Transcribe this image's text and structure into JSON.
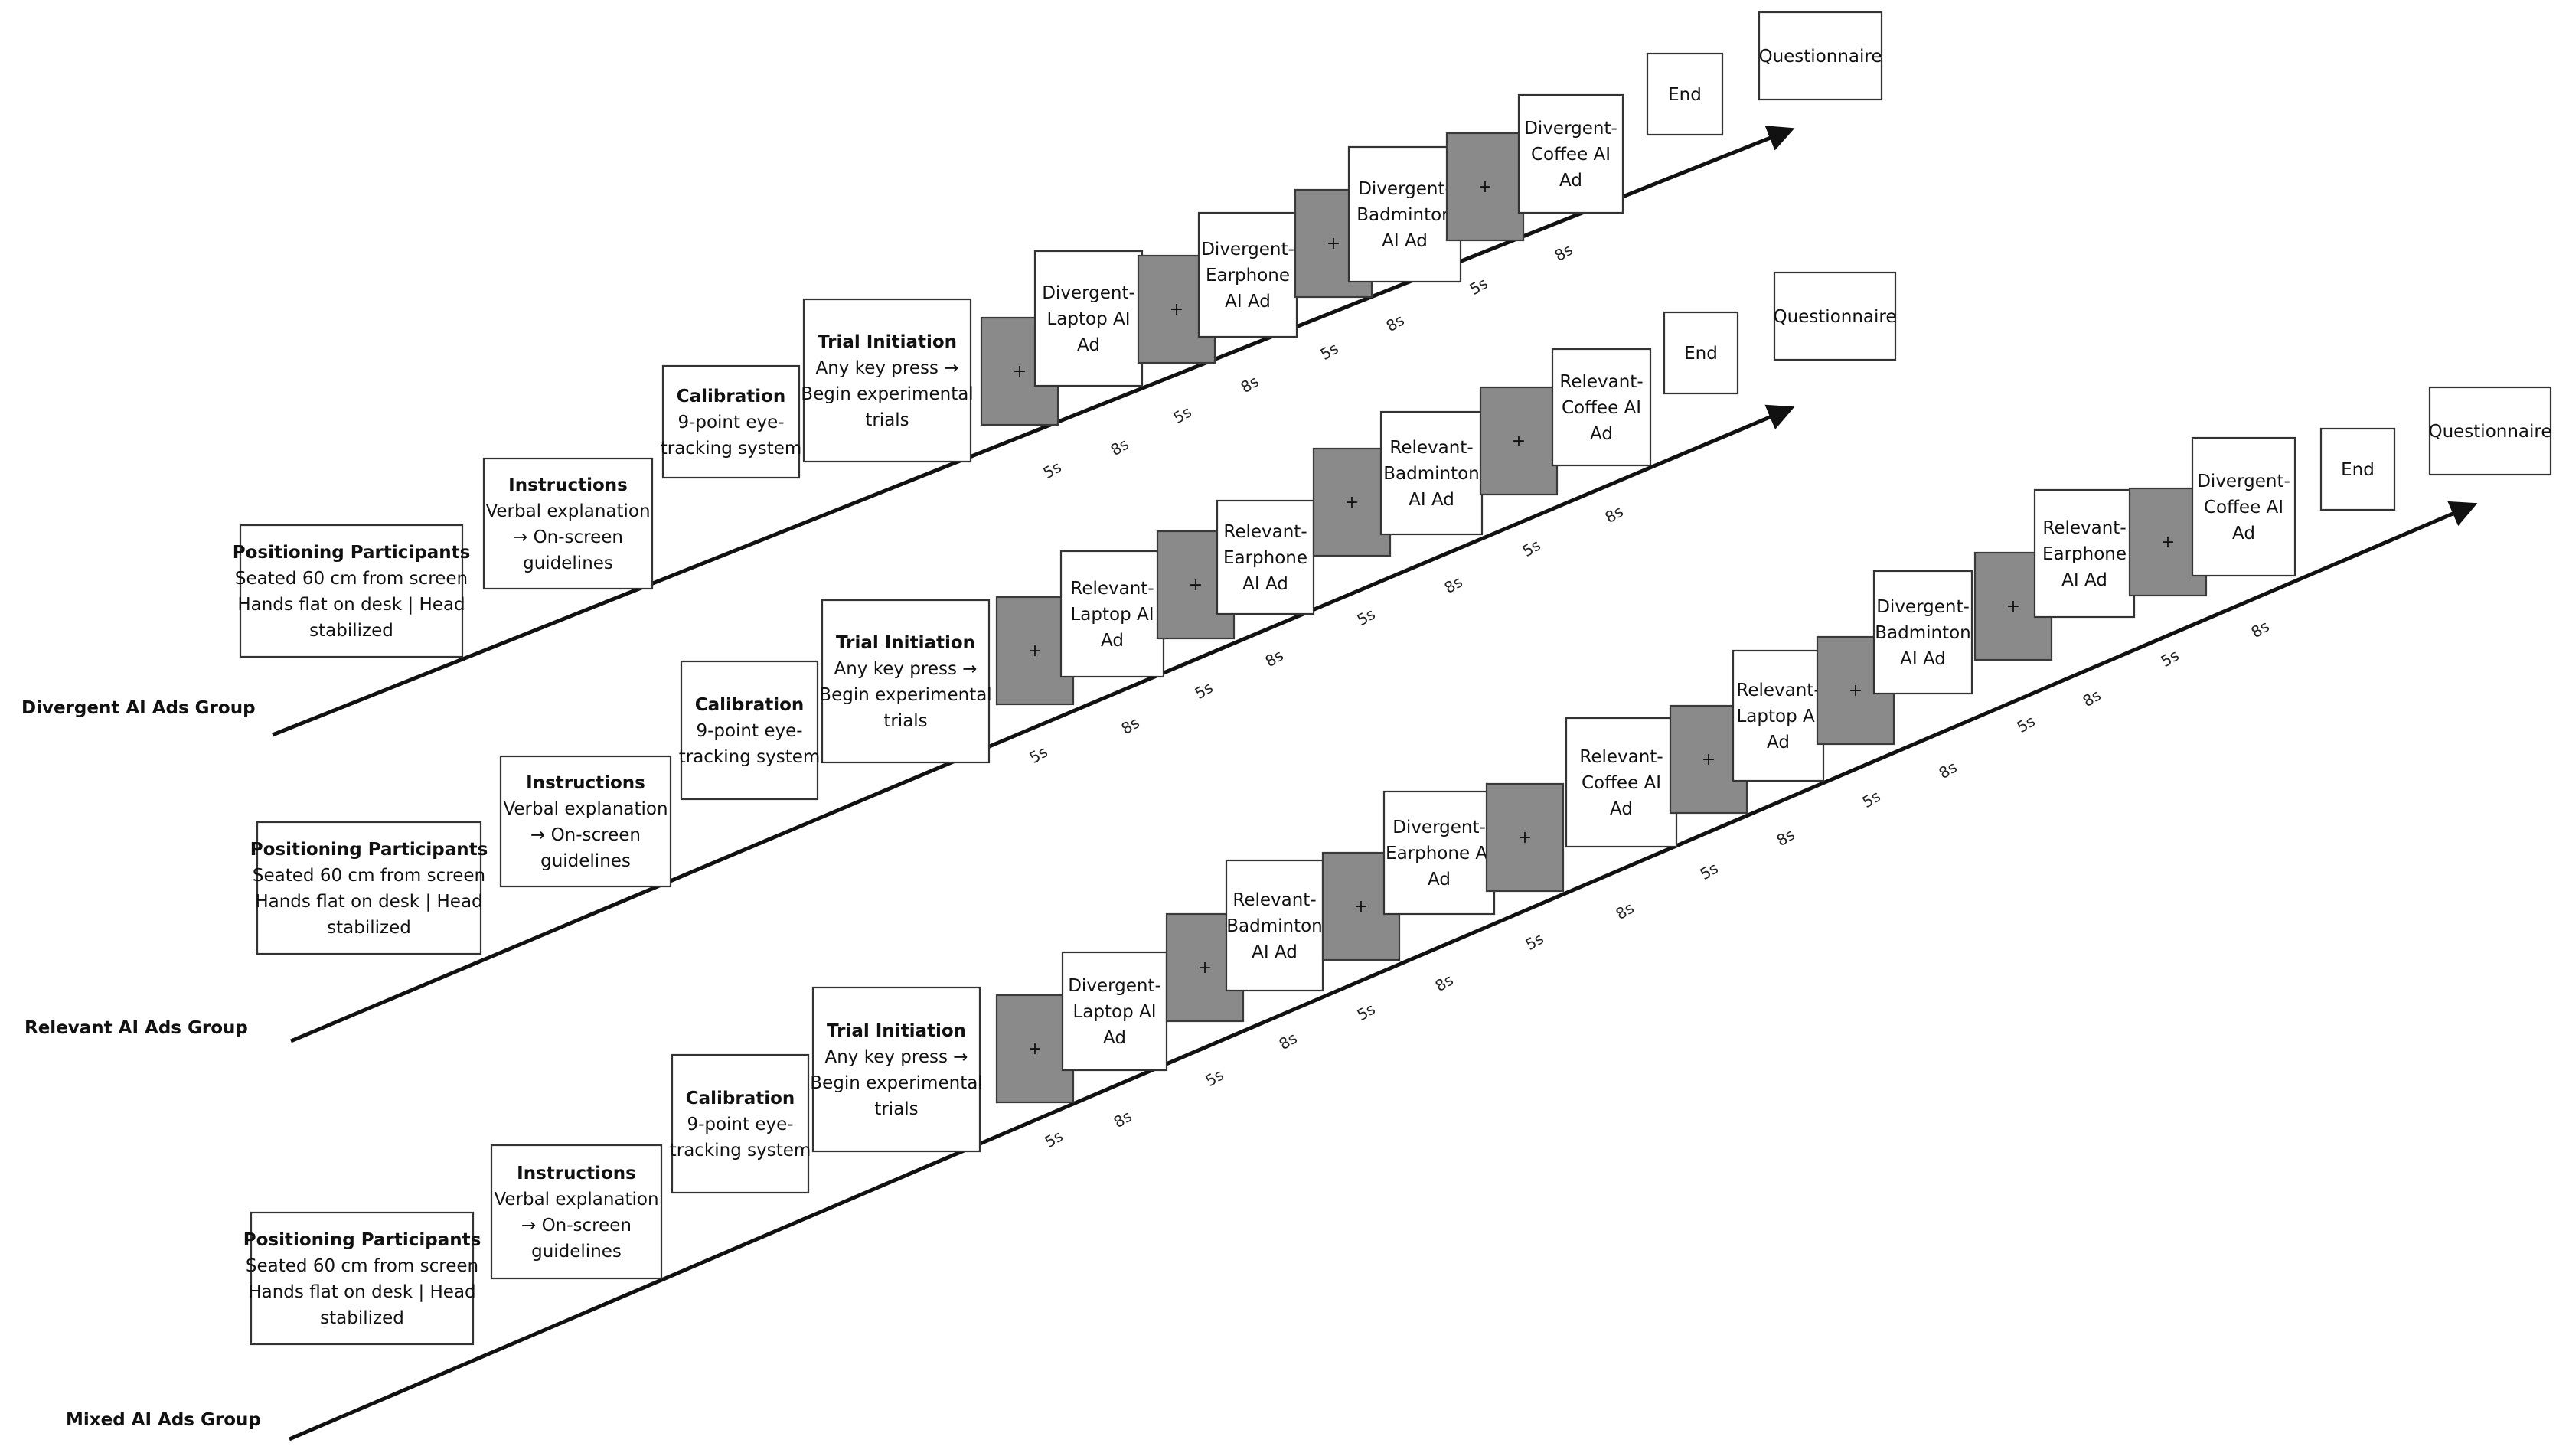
{
  "colors": {
    "fixation_fill": "#8a8a8a",
    "box_stroke": "#333333",
    "arrow": "#111111"
  },
  "common": {
    "positioning": {
      "title": "Positioning Participants",
      "lines": [
        "Seated 60 cm from screen",
        "Hands flat on desk | Head",
        "stabilized"
      ]
    },
    "instructions": {
      "title": "Instructions",
      "lines": [
        "Verbal explanation",
        "→ On-screen",
        "guidelines"
      ]
    },
    "calibration": {
      "title": "Calibration",
      "lines": [
        "9-point eye-",
        "tracking system"
      ]
    },
    "trial": {
      "title": "Trial Initiation",
      "lines": [
        "Any key press →",
        "Begin experimental",
        "trials"
      ]
    },
    "fixation_symbol": "+",
    "fixation_duration": "5s",
    "ad_duration": "8s",
    "end": "End",
    "questionnaire": "Questionnaire"
  },
  "groups": [
    {
      "label": "Divergent AI Ads Group",
      "ads": [
        [
          "Divergent-",
          "Laptop AI",
          "Ad"
        ],
        [
          "Divergent-",
          "Earphone",
          "AI Ad"
        ],
        [
          "Divergent-",
          "Badminton",
          "AI Ad"
        ],
        [
          "Divergent-",
          "Coffee AI",
          "Ad"
        ]
      ]
    },
    {
      "label": "Relevant AI Ads Group",
      "ads": [
        [
          "Relevant-",
          "Laptop AI",
          "Ad"
        ],
        [
          "Relevant-",
          "Earphone",
          "AI Ad"
        ],
        [
          "Relevant-",
          "Badminton",
          "AI Ad"
        ],
        [
          "Relevant-",
          "Coffee AI",
          "Ad"
        ]
      ]
    },
    {
      "label": "Mixed AI Ads Group",
      "ads": [
        [
          "Divergent-",
          "Laptop AI",
          "Ad"
        ],
        [
          "Relevant-",
          "Badminton",
          "AI Ad"
        ],
        [
          "Divergent-",
          "Earphone AI",
          "Ad"
        ],
        [
          "Relevant-",
          "Coffee AI",
          "Ad"
        ],
        [
          "Relevant-",
          "Laptop AI",
          "Ad"
        ],
        [
          "Divergent-",
          "Badminton",
          "AI Ad"
        ],
        [
          "Relevant-",
          "Earphone",
          "AI Ad"
        ],
        [
          "Divergent-",
          "Coffee AI",
          "Ad"
        ]
      ]
    }
  ]
}
